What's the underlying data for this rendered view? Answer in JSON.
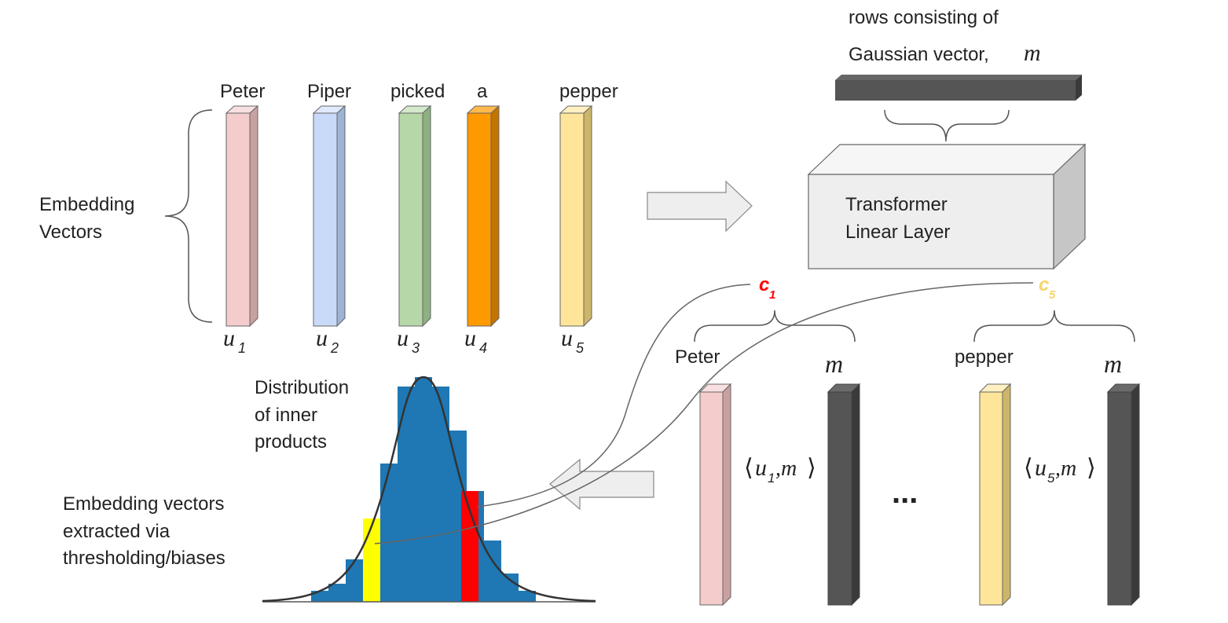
{
  "header": {
    "gaussian_caption_line1": "rows consisting of",
    "gaussian_caption_line2": "Gaussian vector,",
    "gaussian_symbol": "m"
  },
  "embedding": {
    "label_line1": "Embedding",
    "label_line2": "Vectors",
    "words": [
      "Peter",
      "Piper",
      "picked",
      "a",
      "pepper"
    ],
    "vector_base": "u",
    "vector_subscripts": [
      "1",
      "2",
      "3",
      "4",
      "5"
    ]
  },
  "transformer": {
    "label_line1": "Transformer",
    "label_line2": "Linear Layer"
  },
  "outputs": {
    "c1_base": "c",
    "c1_sub": "1",
    "c5_base": "c",
    "c5_sub": "5",
    "word_left": "Peter",
    "word_right": "pepper",
    "m_left": "m",
    "m_right": "m",
    "inner_left_open": "⟨",
    "inner_left_u": "u",
    "inner_left_sub": "1",
    "inner_left_rest": ",m",
    "inner_left_close": "⟩",
    "inner_right_open": "⟨",
    "inner_right_u": "u",
    "inner_right_sub": "5",
    "inner_right_rest": ",m",
    "inner_right_close": "⟩",
    "ellipsis": "..."
  },
  "distribution": {
    "label_line1": "Distribution",
    "label_line2": "of inner",
    "label_line3": "products"
  },
  "extraction": {
    "label_line1": "Embedding vectors",
    "label_line2": "extracted via",
    "label_line3": "thresholding/biases"
  },
  "colors": {
    "peter": "#f4cccc",
    "piper": "#c9daf8",
    "picked": "#b6d7a8",
    "a": "#ff9900",
    "pepper": "#ffe599",
    "gaussian": "#555555",
    "histogram": "#1f77b4",
    "threshold_low": "#ffff00",
    "threshold_high": "#ff0000",
    "c1": "#ff0000",
    "c5": "#f6d56b"
  }
}
